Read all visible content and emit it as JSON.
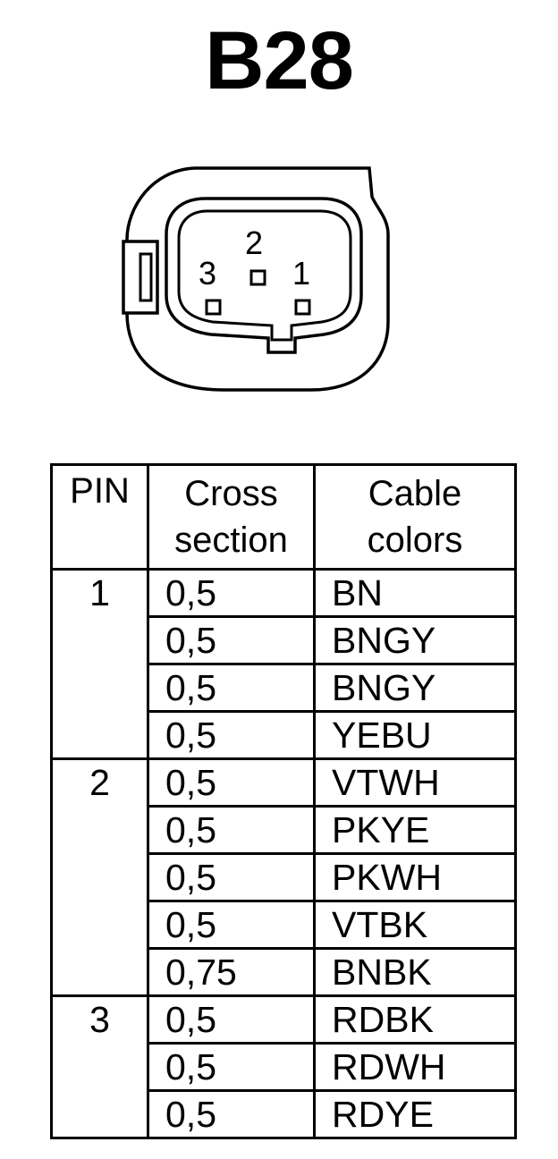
{
  "title": "B28",
  "connector": {
    "pin_labels": [
      "1",
      "2",
      "3"
    ]
  },
  "table": {
    "headers": {
      "pin": "PIN",
      "cross_section_line1": "Cross",
      "cross_section_line2": "section",
      "cable_colors_line1": "Cable",
      "cable_colors_line2": "colors"
    },
    "groups": [
      {
        "pin": "1",
        "rows": [
          {
            "cross_section": "0,5",
            "color": "BN"
          },
          {
            "cross_section": "0,5",
            "color": "BNGY"
          },
          {
            "cross_section": "0,5",
            "color": "BNGY"
          },
          {
            "cross_section": "0,5",
            "color": "YEBU"
          }
        ]
      },
      {
        "pin": "2",
        "rows": [
          {
            "cross_section": "0,5",
            "color": "VTWH"
          },
          {
            "cross_section": "0,5",
            "color": "PKYE"
          },
          {
            "cross_section": "0,5",
            "color": "PKWH"
          },
          {
            "cross_section": "0,5",
            "color": "VTBK"
          },
          {
            "cross_section": "0,75",
            "color": "BNBK"
          }
        ]
      },
      {
        "pin": "3",
        "rows": [
          {
            "cross_section": "0,5",
            "color": "RDBK"
          },
          {
            "cross_section": "0,5",
            "color": "RDWH"
          },
          {
            "cross_section": "0,5",
            "color": "RDYE"
          }
        ]
      }
    ]
  }
}
